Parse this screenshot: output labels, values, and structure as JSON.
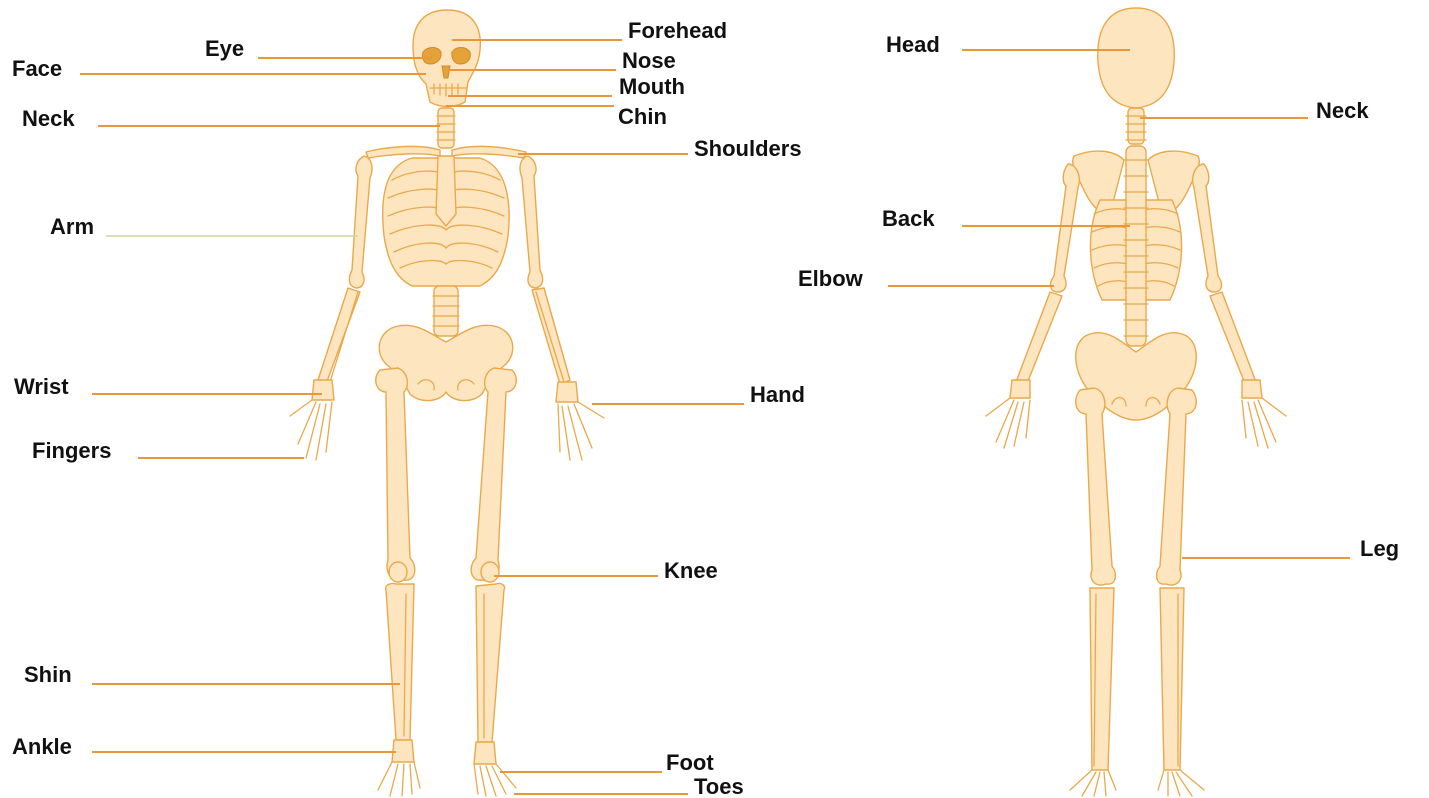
{
  "colors": {
    "bone_fill": "#fde6bf",
    "bone_outline": "#e9a94b",
    "leader_line": "#e9973a",
    "label_text": "#111111",
    "eye_socket": "#e3a23a"
  },
  "front_view": {
    "labels": {
      "forehead": "Forehead",
      "eye": "Eye",
      "face": "Face",
      "nose": "Nose",
      "mouth": "Mouth",
      "chin": "Chin",
      "neck": "Neck",
      "shoulders": "Shoulders",
      "arm": "Arm",
      "wrist": "Wrist",
      "hand": "Hand",
      "fingers": "Fingers",
      "knee": "Knee",
      "shin": "Shin",
      "ankle": "Ankle",
      "foot": "Foot",
      "toes": "Toes"
    }
  },
  "back_view": {
    "labels": {
      "head": "Head",
      "neck": "Neck",
      "back": "Back",
      "elbow": "Elbow",
      "leg": "Leg"
    }
  }
}
